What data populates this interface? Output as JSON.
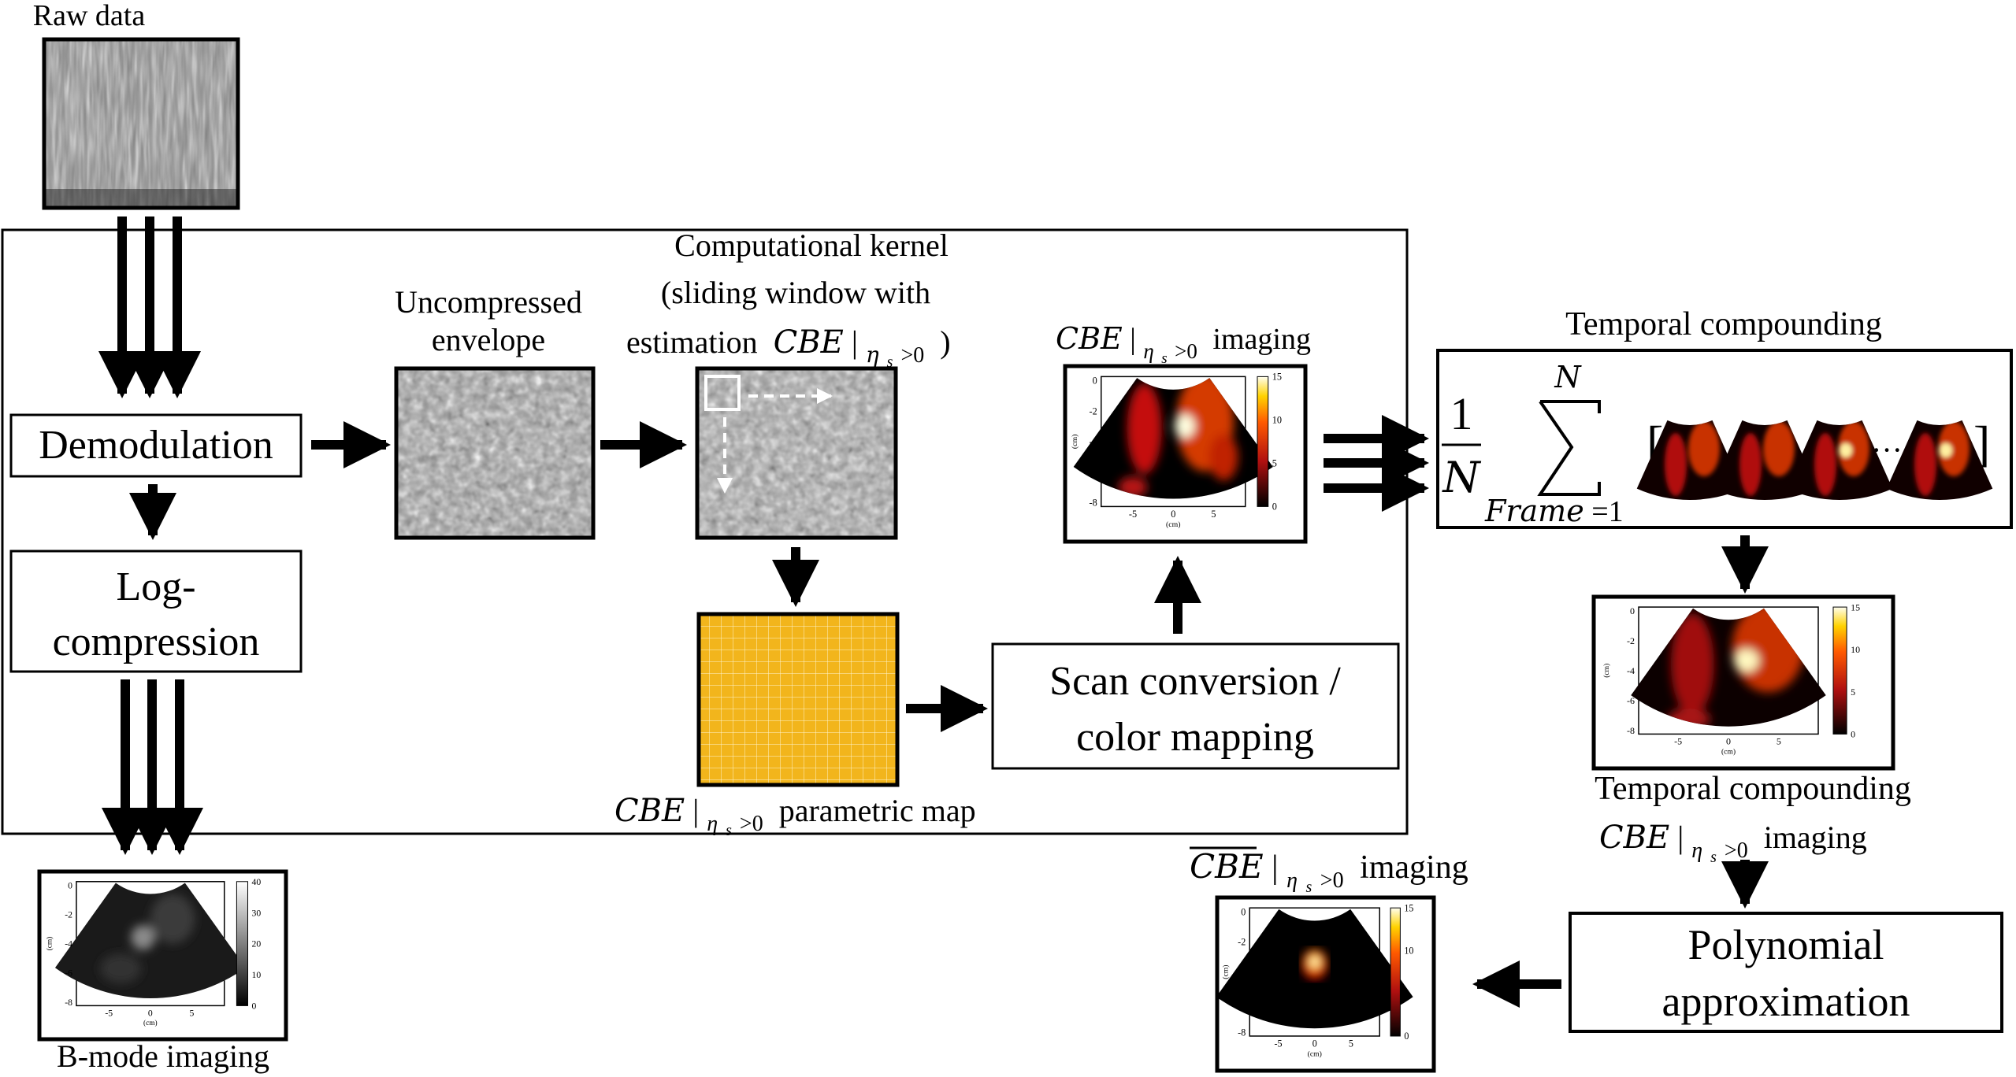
{
  "raw_data": {
    "label": "Raw data"
  },
  "kernel": {
    "line1": "Computational kernel",
    "line2": "(sliding window with",
    "line3": "estimation"
  },
  "envelope": {
    "line1": "Uncompressed",
    "line2": "envelope"
  },
  "demodulation": {
    "label": "Demodulation"
  },
  "logcomp": {
    "line1": "Log-",
    "line2": "compression"
  },
  "param_map": {
    "suffix": "parametric map"
  },
  "scan_conv": {
    "line1": "Scan conversion /",
    "line2": "color mapping"
  },
  "cbe_imaging": {
    "suffix": "imaging"
  },
  "temporal": {
    "title": "Temporal compounding",
    "frac_num": "1",
    "frac_den": "N",
    "upper": "N",
    "lower_var": "Frame",
    "lower_eq": "=1",
    "bracket_open": "[",
    "bracket_close": "]",
    "dots": "···"
  },
  "temporal_result": {
    "line1": "Temporal compounding",
    "line2_suffix": "imaging"
  },
  "polynomial": {
    "line1": "Polynomial",
    "line2": "approximation"
  },
  "final_imaging": {
    "suffix": "imaging"
  },
  "bmode": {
    "label": "B-mode imaging"
  },
  "math": {
    "cbe": "CBE",
    "sub_eta": "η",
    "sub_s": "s",
    "sub_cond": ">0"
  },
  "plot_axes": {
    "x_ticks": [
      "-5",
      "0",
      "5"
    ],
    "x_label": "(cm)",
    "y_ticks": [
      "0",
      "-2",
      "-4",
      "-6",
      "-8"
    ],
    "y_label": "(cm)",
    "cb_ticks_cbe": [
      "15",
      "10",
      "5",
      "0"
    ],
    "cb_ticks_bmode": [
      "40",
      "30",
      "20",
      "10",
      "0"
    ]
  },
  "colors": {
    "param_map_fill": "#f2b51c",
    "ink": "#000000",
    "window_marker": "#ffffff"
  }
}
